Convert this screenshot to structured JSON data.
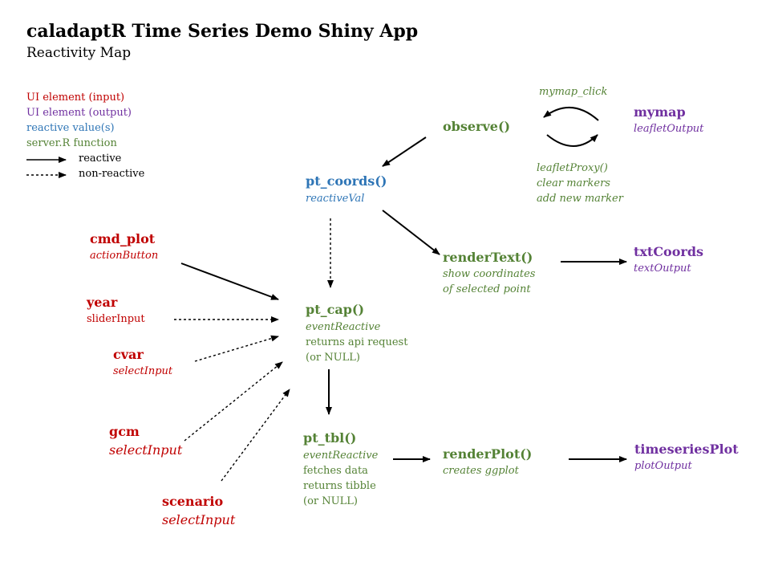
{
  "title": "caladaptR Time Series Demo Shiny App",
  "subtitle": "Reactivity Map",
  "legend": {
    "ui_input": "UI element (input)",
    "ui_output": "UI element (output)",
    "reactive_value": "reactive value(s)",
    "server_function": "server.R function",
    "reactive": "reactive",
    "non_reactive": "non-reactive"
  },
  "colors": {
    "ui_input": "#c00000",
    "ui_output": "#7030a0",
    "reactive_value": "#2e75b6",
    "server_function": "#548235"
  },
  "nodes": {
    "cmd_plot": {
      "name": "cmd_plot",
      "type": "actionButton"
    },
    "year": {
      "name": "year",
      "type": "sliderInput"
    },
    "cvar": {
      "name": "cvar",
      "type": "selectInput"
    },
    "gcm": {
      "name": "gcm",
      "type": "selectInput"
    },
    "scenario": {
      "name": "scenario",
      "type": "selectInput"
    },
    "pt_coords": {
      "name": "pt_coords()",
      "type": "reactiveVal"
    },
    "observe": {
      "name": "observe()"
    },
    "mymap_click": {
      "label": "mymap_click"
    },
    "leaflet_proxy": {
      "label": "leafletProxy()\nclear markers\nadd new marker"
    },
    "mymap": {
      "name": "mymap",
      "type": "leafletOutput"
    },
    "pt_cap": {
      "name": "pt_cap()",
      "type": "eventReactive",
      "desc": "returns api request\n(or NULL)"
    },
    "pt_tbl": {
      "name": "pt_tbl()",
      "type": "eventReactive",
      "desc": "fetches data\nreturns tibble\n(or NULL)"
    },
    "render_text": {
      "name": "renderText()",
      "desc": "show coordinates\nof selected point"
    },
    "txt_coords": {
      "name": "txtCoords",
      "type": "textOutput"
    },
    "render_plot": {
      "name": "renderPlot()",
      "desc": "creates ggplot"
    },
    "timeseries_plot": {
      "name": "timeseriesPlot",
      "type": "plotOutput"
    }
  }
}
